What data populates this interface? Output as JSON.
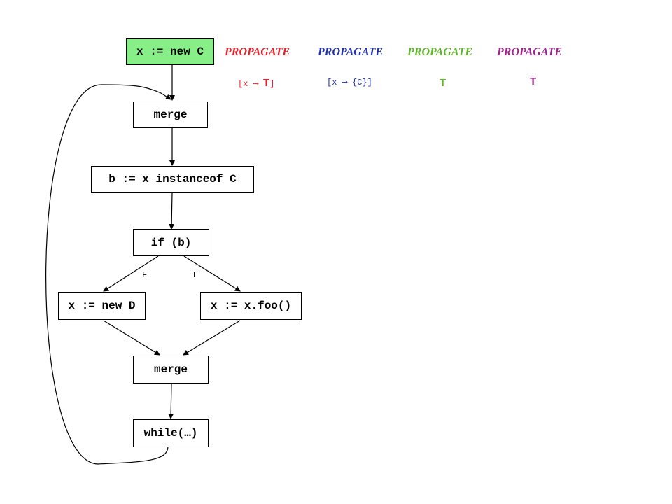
{
  "nodes": {
    "start": "x := new C",
    "merge1": "merge",
    "instanceof": "b := x instanceof C",
    "if": "if (b)",
    "new_d": "x := new D",
    "foo": "x := x.foo()",
    "merge2": "merge",
    "while": "while(…)"
  },
  "edge_labels": {
    "false": "F",
    "true": "T"
  },
  "analyses": [
    {
      "label": "PROPAGATE",
      "color": "#e8202a",
      "fact_open": "[x ",
      "fact_arrow": "⟶ ",
      "fact_top": "T",
      "fact_close": "]"
    },
    {
      "label": "PROPAGATE",
      "color": "#1f2fb0",
      "fact_open": "[x ",
      "fact_arrow": "⟶ ",
      "fact_set": "{C}",
      "fact_close": "]"
    },
    {
      "label": "PROPAGATE",
      "color": "#5fb52a",
      "fact_top": "T"
    },
    {
      "label": "PROPAGATE",
      "color": "#a0228e",
      "fact_top": "T"
    }
  ]
}
